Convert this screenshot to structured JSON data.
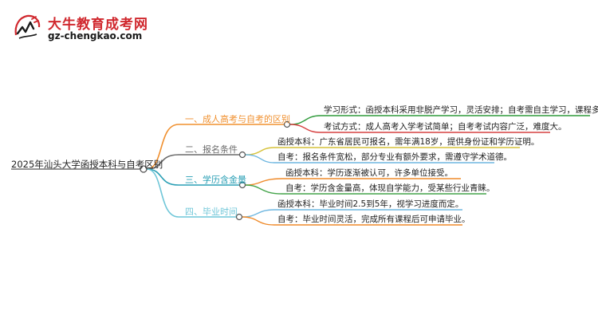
{
  "brand": {
    "name": "大牛教育成考网",
    "url": "gz-chengkao.com"
  },
  "root": {
    "label": "2025年汕头大学函授本科与自考区别"
  },
  "branches": [
    {
      "label": "一、成人高考与自考的区别",
      "color": "#f0902f",
      "leaves": [
        {
          "text": "学习形式：函授本科采用非脱产学习，灵活安排；自考需自主学习，课程多。",
          "color": "#2e9a3a"
        },
        {
          "text": "考试方式：成人高考入学考试简单；自考考试内容广泛，难度大。",
          "color": "#d64040"
        }
      ]
    },
    {
      "label": "二、报名条件",
      "color": "#6a6a6a",
      "leaves": [
        {
          "text": "函授本科：广东省居民可报名，需年满18岁，提供身份证和学历证明。",
          "color": "#d6c23a"
        },
        {
          "text": "自考：报名条件宽松，部分专业有额外要求，需遵守学术道德。",
          "color": "#6fb7e0"
        }
      ]
    },
    {
      "label": "三、学历含金量",
      "color": "#2a9fb5",
      "leaves": [
        {
          "text": "函授本科：学历逐渐被认可，许多单位接受。",
          "color": "#ef8a2a"
        },
        {
          "text": "自考：学历含金量高，体现自学能力，受某些行业青睐。",
          "color": "#44a44a"
        }
      ]
    },
    {
      "label": "四、毕业时间",
      "color": "#6fc6d8",
      "leaves": [
        {
          "text": "函授本科：毕业时间2.5到5年，视学习进度而定。",
          "color": "#6fb7e0"
        },
        {
          "text": "自考：毕业时间灵活，完成所有课程后可申请毕业。",
          "color": "#ef8a2a"
        }
      ]
    }
  ]
}
